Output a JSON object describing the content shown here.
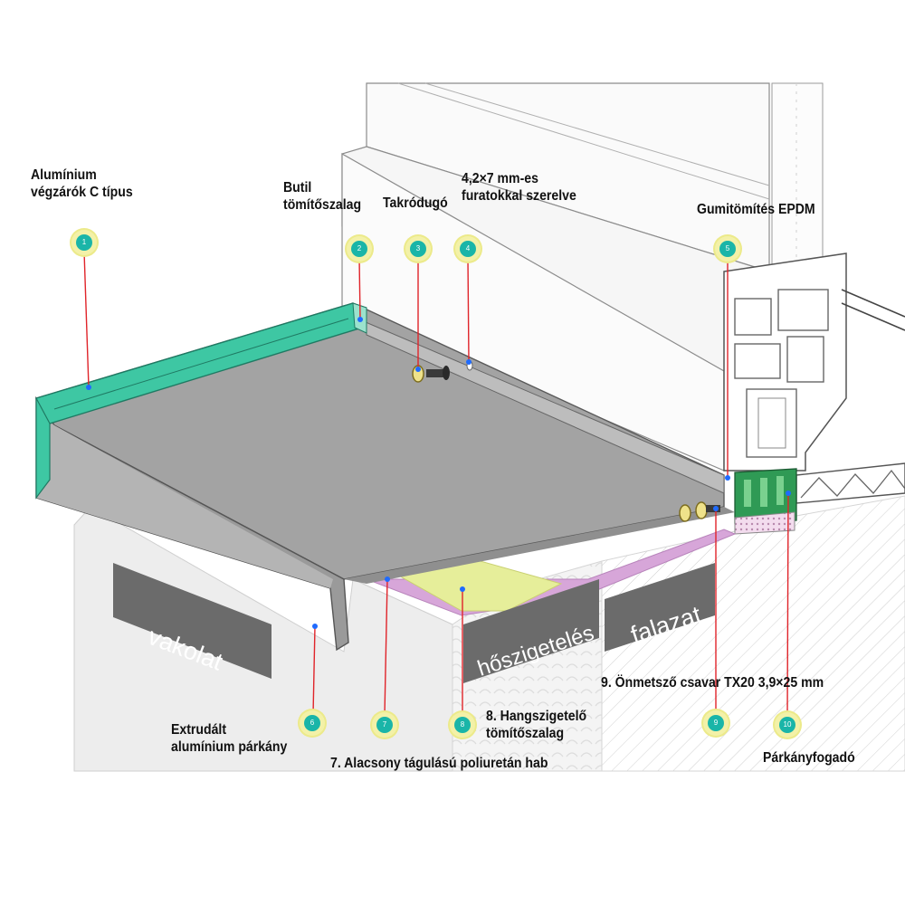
{
  "zones": {
    "vakolat": "vakolat",
    "hoszigeteles": "hőszigetelés",
    "falazat": "falazat"
  },
  "callouts": [
    {
      "num": "1",
      "text": [
        "Alumínium",
        "végzárók C típus"
      ]
    },
    {
      "num": "2",
      "text": [
        "Butil",
        "tömítőszalag"
      ]
    },
    {
      "num": "3",
      "text": [
        "Takródugó"
      ]
    },
    {
      "num": "4",
      "text": [
        "4,2×7 mm-es",
        "furatokkal szerelve"
      ]
    },
    {
      "num": "5",
      "text": [
        "Gumitömítés EPDM"
      ]
    },
    {
      "num": "6",
      "text": [
        "Extrudált",
        "alumínium párkány"
      ]
    },
    {
      "num": "7",
      "text": [
        "7. Alacsony tágulású poliuretán hab"
      ]
    },
    {
      "num": "8",
      "text": [
        "8. Hangszigetelő",
        "tömítőszalag"
      ]
    },
    {
      "num": "9",
      "text": [
        "9. Önmetsző csavar TX20 3,9×25 mm"
      ]
    },
    {
      "num": "10",
      "text": [
        "Párkányfogadó"
      ]
    }
  ],
  "colors": {
    "badge": "#1ab5a8",
    "badge_halo": "#f3f1a8",
    "leader": "#e0242a",
    "sill": "#a3a3a3",
    "end_cap": "#3ec7a3",
    "insulation": "#e6ee9a",
    "tape": "#d7a6d9",
    "zone_label_bg": "#6b6b6b"
  }
}
